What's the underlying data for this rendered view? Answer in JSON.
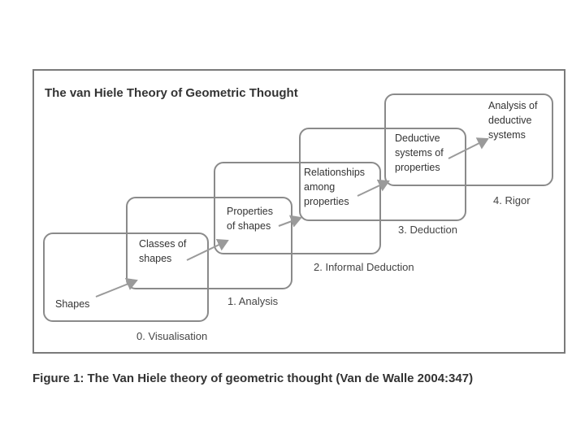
{
  "diagram": {
    "title": "The van Hiele Theory of Geometric Thought",
    "boxes": [
      {
        "id": "level-0",
        "content": "Shapes",
        "level_label": "0. Visualisation"
      },
      {
        "id": "level-1",
        "content": "Classes of\nshapes",
        "level_label": "1. Analysis"
      },
      {
        "id": "level-2",
        "content": "Properties\nof shapes",
        "level_label": "2. Informal Deduction"
      },
      {
        "id": "level-3",
        "content": "Relationships\namong\nproperties",
        "level_label": "3. Deduction"
      },
      {
        "id": "level-4",
        "content": "Deductive\nsystems of\nproperties",
        "level_label": "4. Rigor"
      },
      {
        "id": "level-5",
        "content": "Analysis of\ndeductive\nsystems",
        "level_label": ""
      }
    ],
    "arrow_color": "#9a9a9a",
    "border_color": "#8a8a8a"
  },
  "caption": "Figure 1: The Van Hiele theory of geometric thought (Van de Walle 2004:347)"
}
